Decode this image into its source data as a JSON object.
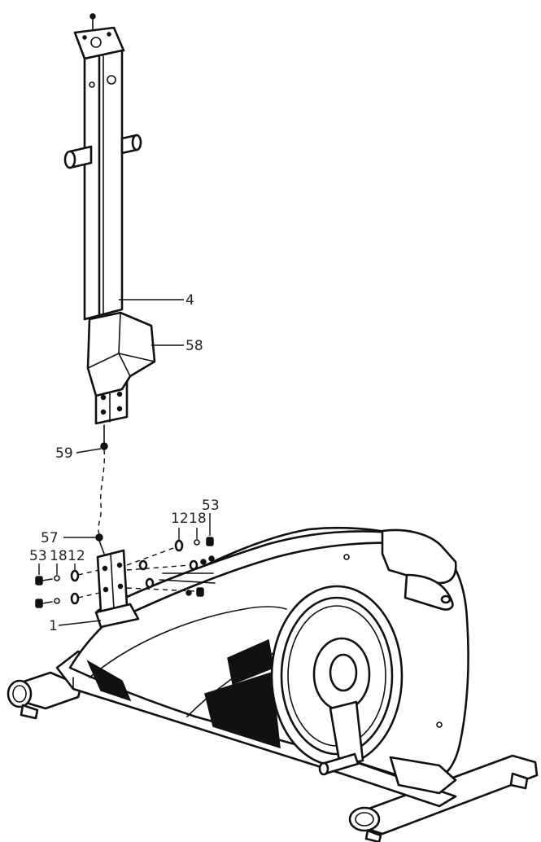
{
  "callouts": {
    "c4": "4",
    "c58": "58",
    "c59": "59",
    "c57": "57",
    "c1": "1",
    "c12a": "12",
    "c18a": "18",
    "c53a": "53",
    "c53b": "53",
    "c18b": "18",
    "c12b": "12"
  }
}
